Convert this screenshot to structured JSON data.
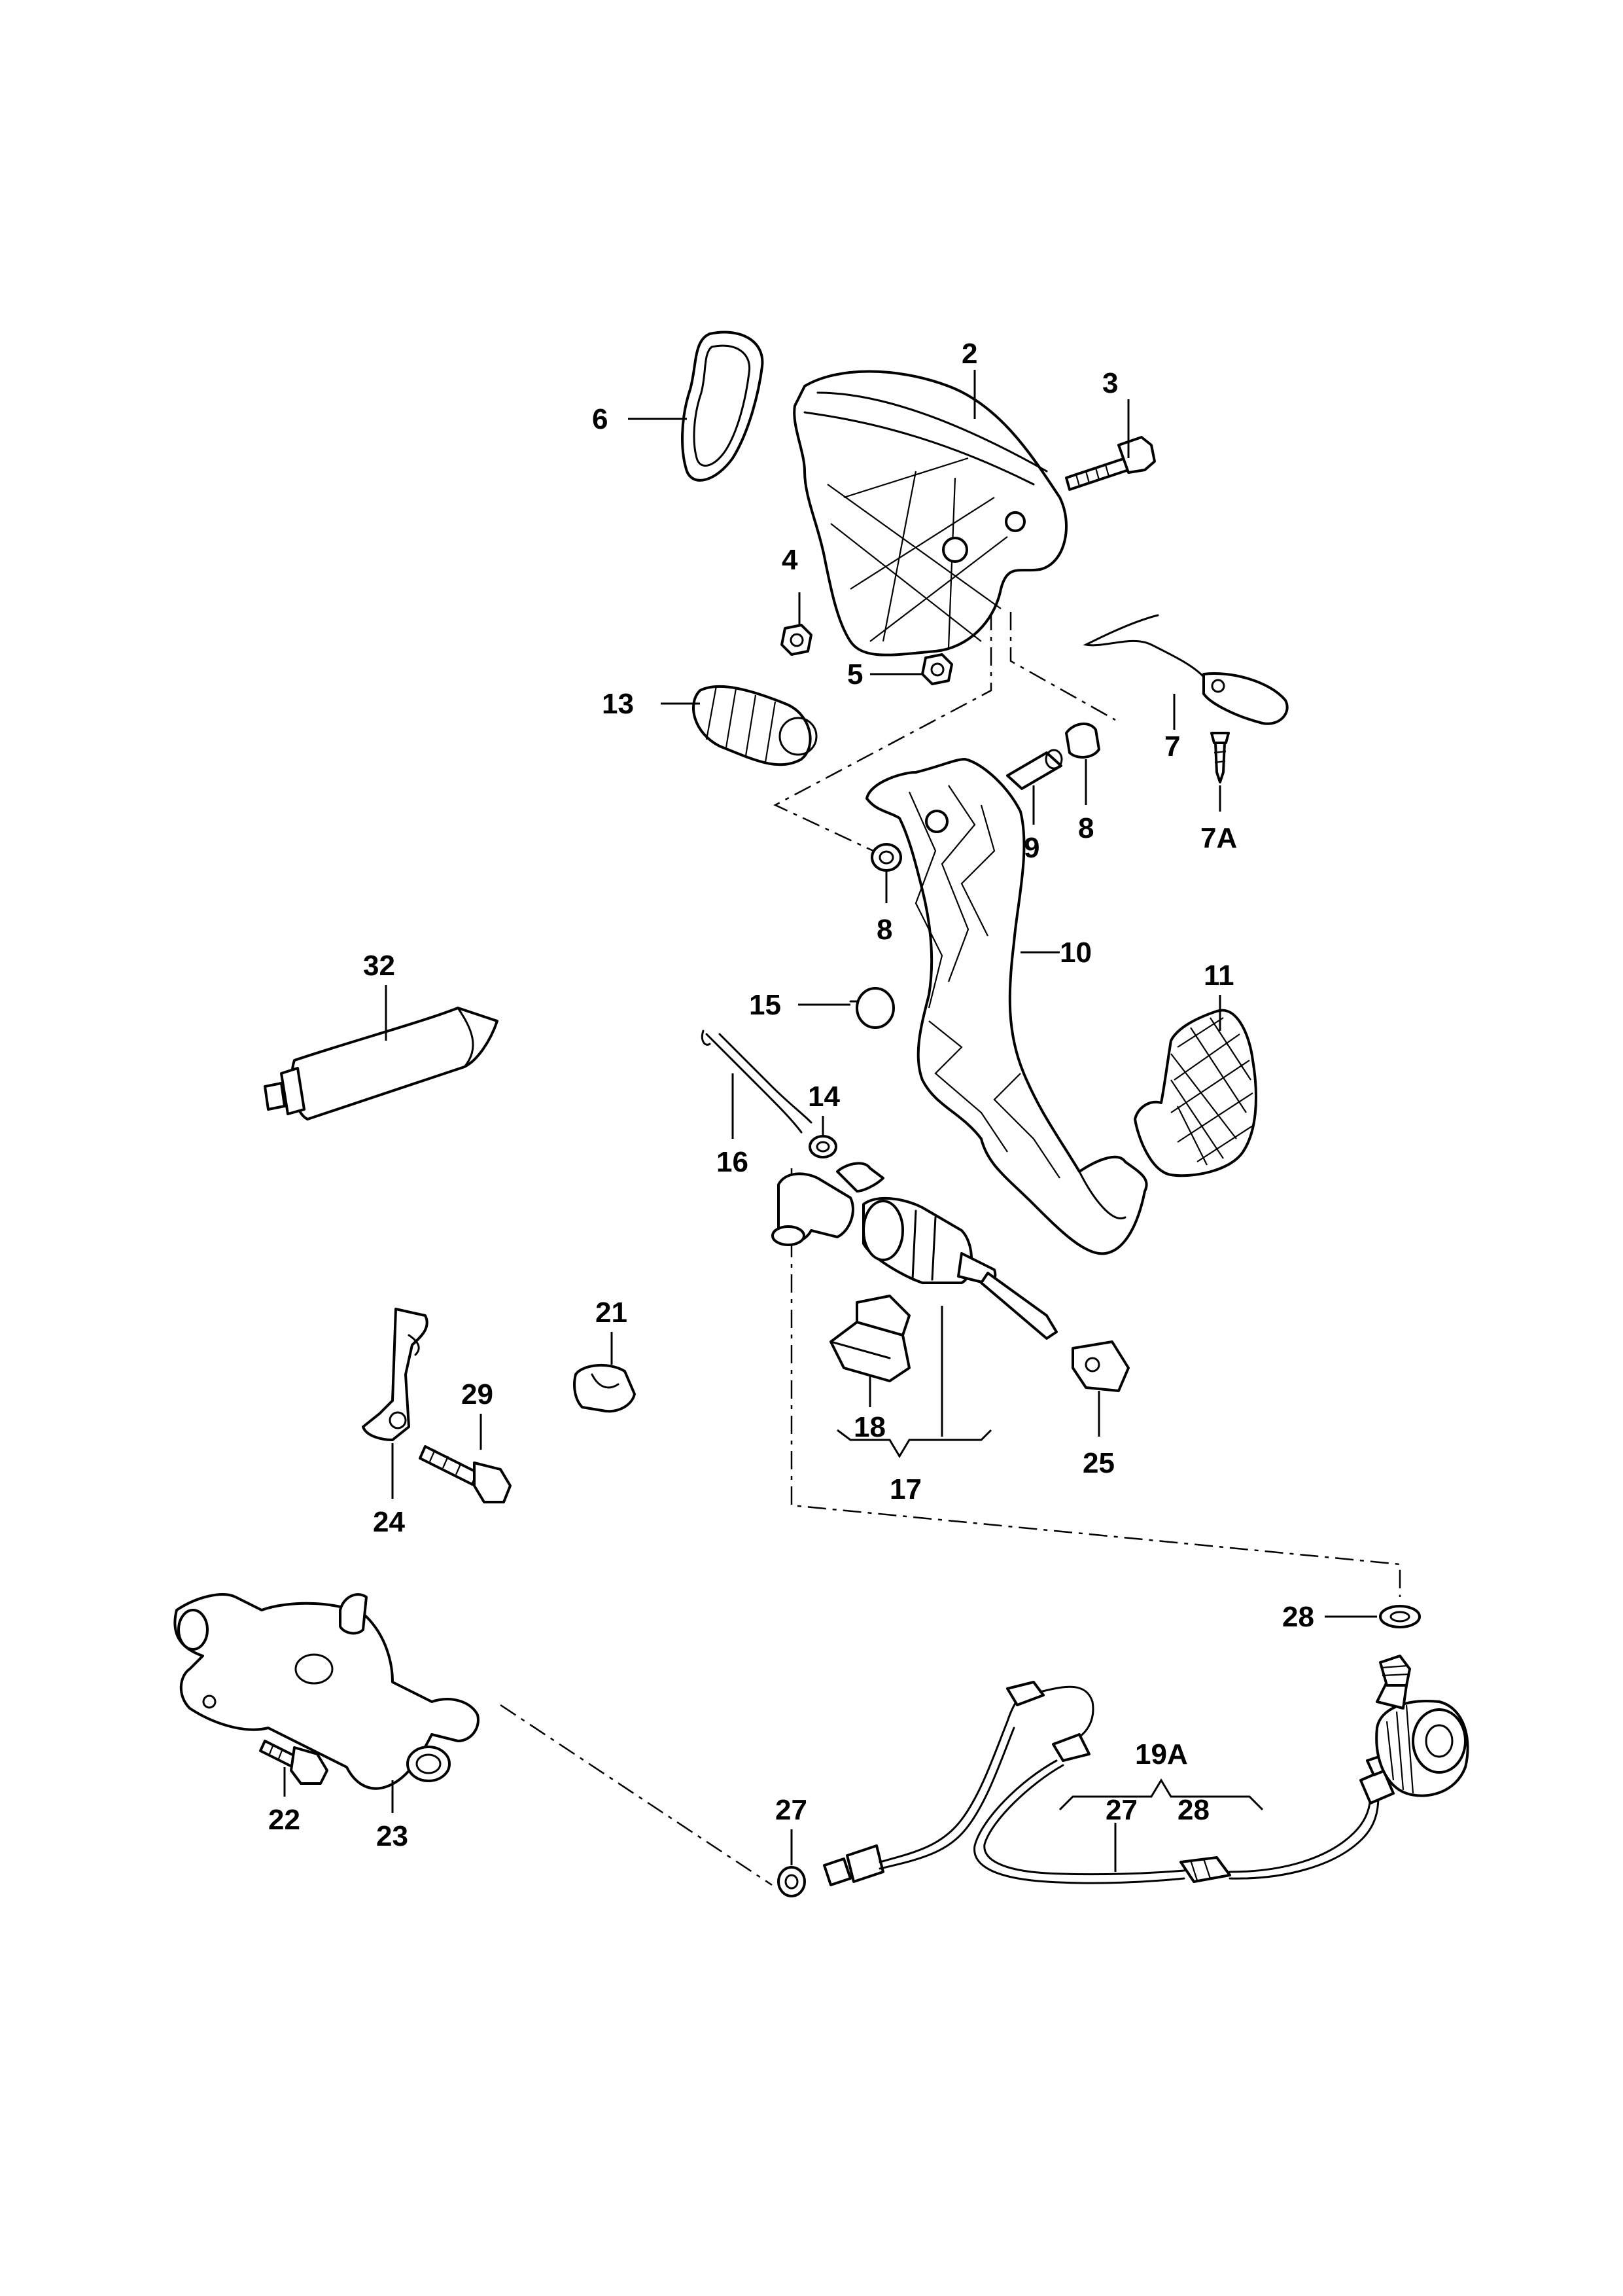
{
  "callouts": {
    "c2": "2",
    "c3": "3",
    "c4": "4",
    "c5": "5",
    "c6": "6",
    "c7": "7",
    "c7a": "7A",
    "c8a": "8",
    "c8b": "8",
    "c9": "9",
    "c10": "10",
    "c11": "11",
    "c13": "13",
    "c14": "14",
    "c15": "15",
    "c16": "16",
    "c17": "17",
    "c18": "18",
    "c19a": "19A",
    "c19a_27": "27",
    "c19a_28": "28",
    "c21": "21",
    "c22": "22",
    "c23": "23",
    "c24": "24",
    "c25": "25",
    "c27": "27",
    "c28": "28",
    "c29": "29",
    "c32": "32"
  }
}
